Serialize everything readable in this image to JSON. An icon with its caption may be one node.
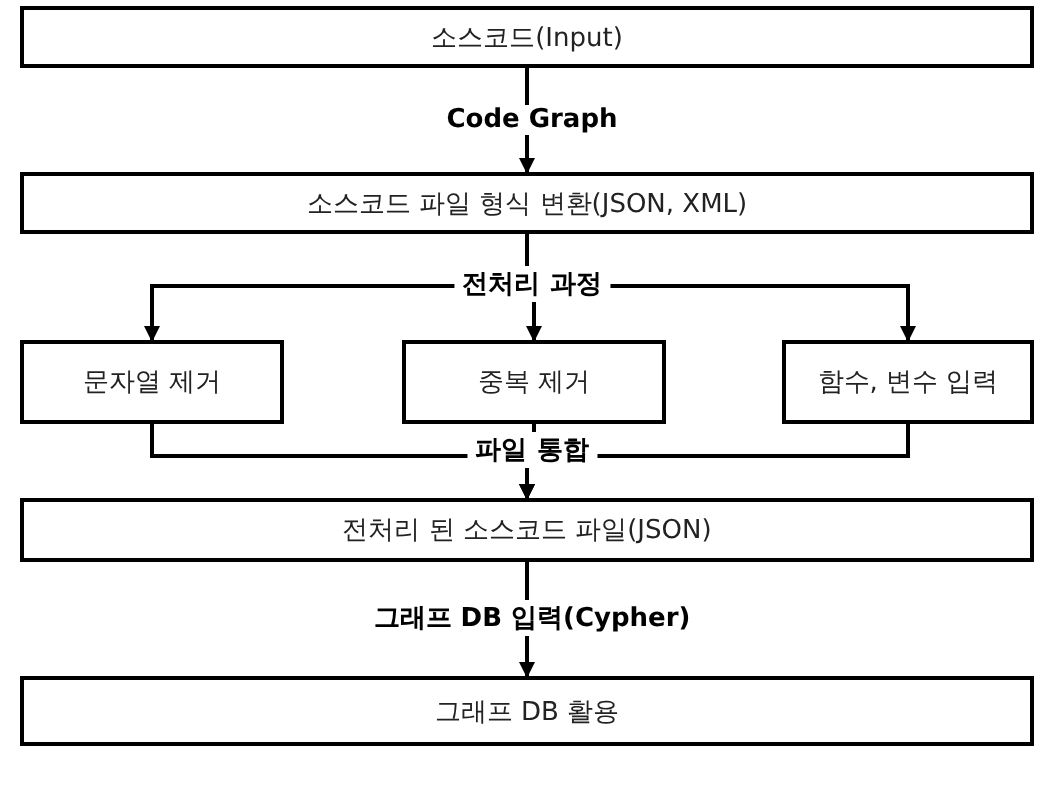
{
  "diagram": {
    "nodes": [
      {
        "text": [
          "소스코드(Input)"
        ]
      },
      {
        "text": [
          "소스코드 파일 형식 변환(JSON, XML)"
        ]
      },
      {
        "text": [
          "문자열 제거"
        ]
      },
      {
        "text": [
          "중복 제거"
        ]
      },
      {
        "text": [
          "함수, 변수 입력"
        ]
      },
      {
        "text": [
          "전처리 된 소스코드 파일(JSON)"
        ]
      },
      {
        "text": [
          "그래프 DB 활용"
        ]
      }
    ],
    "edges": [
      {
        "from": 0,
        "to": 1,
        "arrow": "to",
        "label": "Code Graph"
      },
      {
        "from": 1,
        "to": 2,
        "arrow": "to"
      },
      {
        "from": 1,
        "to": 3,
        "arrow": "to",
        "label": "전처리 과정"
      },
      {
        "from": 1,
        "to": 4,
        "arrow": "to"
      },
      {
        "from": 2,
        "to": 5,
        "arrow": "to"
      },
      {
        "from": 3,
        "to": 5,
        "arrow": "to",
        "label": "파일 통합"
      },
      {
        "from": 4,
        "to": 5,
        "arrow": "to"
      },
      {
        "from": 5,
        "to": 6,
        "arrow": "to",
        "label": "그래프 DB 입력(Cypher)"
      }
    ]
  }
}
